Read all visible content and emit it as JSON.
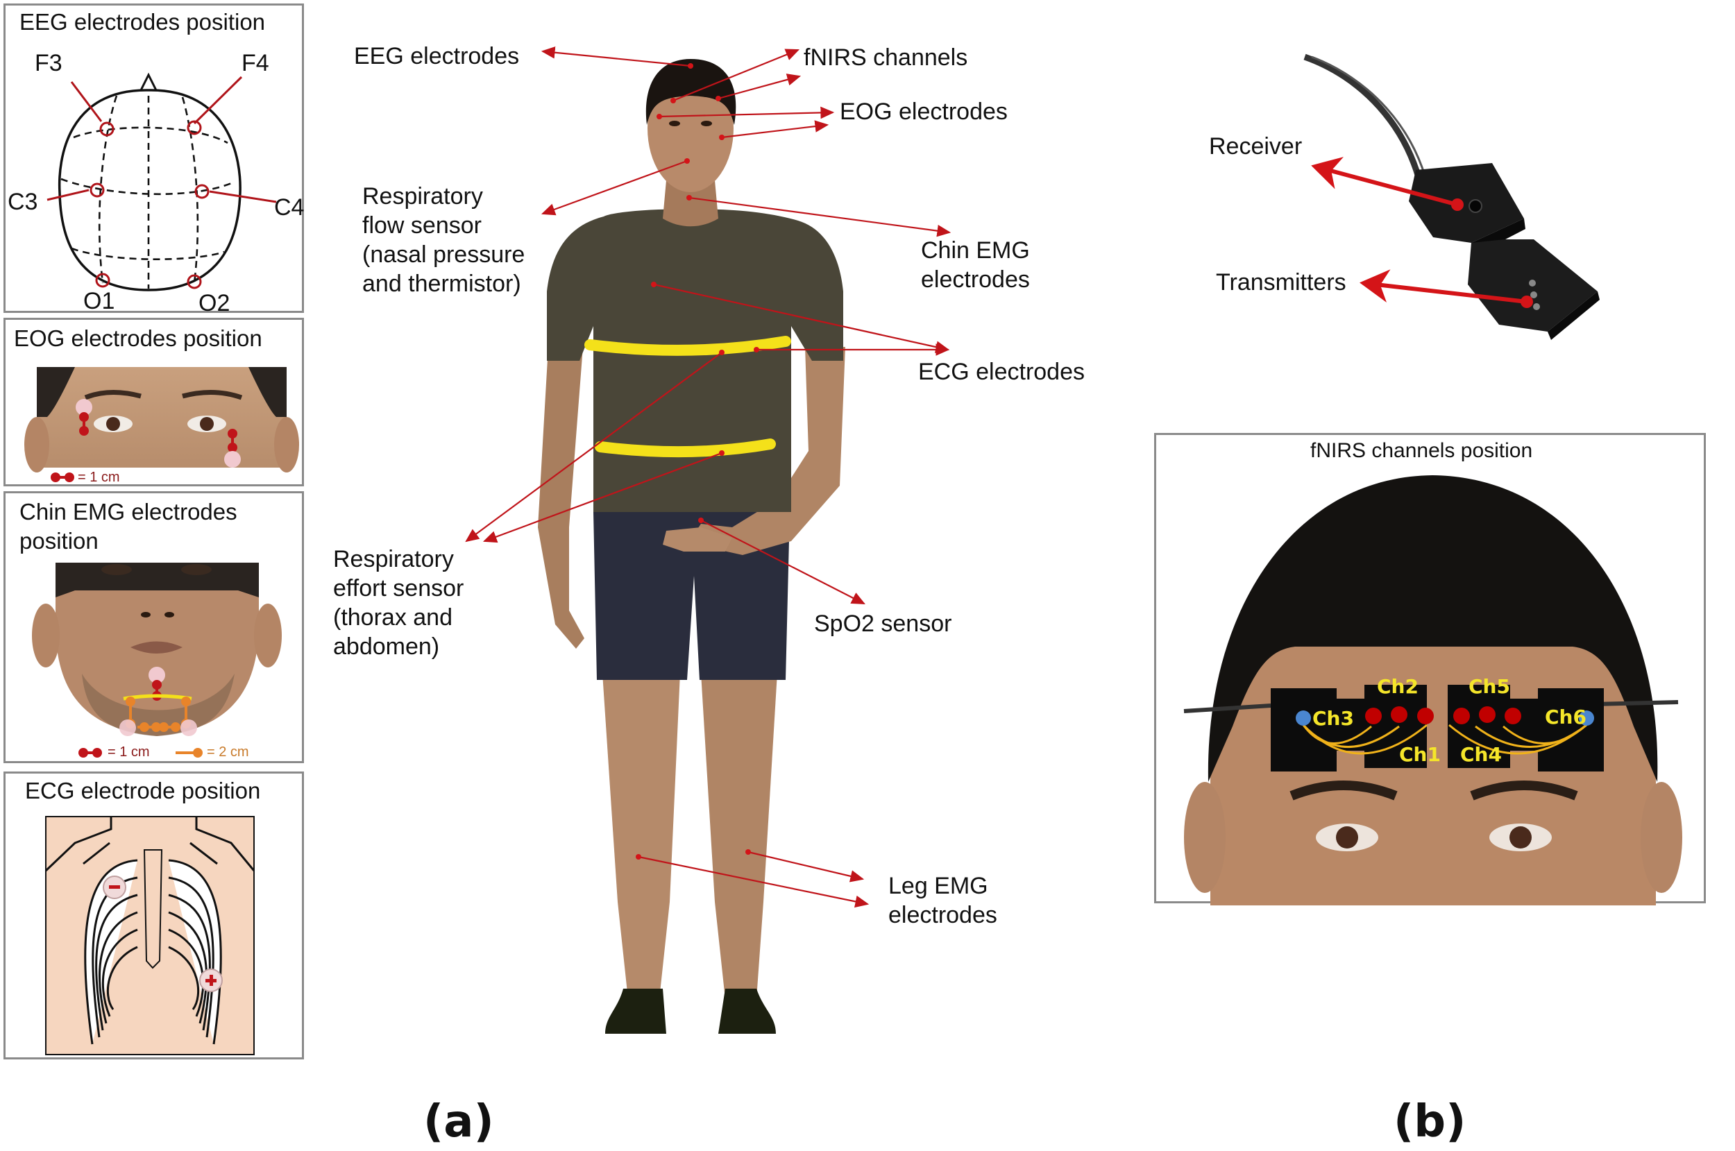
{
  "figure_a": {
    "label": "(a)",
    "eeg_panel": {
      "title": "EEG electrodes position",
      "electrodes": [
        "F3",
        "F4",
        "C3",
        "C4",
        "O1",
        "O2"
      ]
    },
    "eog_panel": {
      "title": "EOG electrodes position",
      "legend": [
        {
          "text": "= 1 cm",
          "color": "#c0141a"
        }
      ]
    },
    "chin_emg_panel": {
      "title": "Chin EMG electrodes position",
      "legend": [
        {
          "text": "= 1 cm",
          "color": "#c0141a"
        },
        {
          "text": "= 2 cm",
          "color": "#e8842a"
        }
      ]
    },
    "ecg_panel": {
      "title": "ECG electrode position",
      "markers": [
        "negative",
        "positive"
      ]
    },
    "body_labels": {
      "eeg": "EEG electrodes",
      "fnirs": "fNIRS channels",
      "eog": "EOG electrodes",
      "resp_flow": "Respiratory\nflow sensor\n  (nasal pressure\nand thermistor)",
      "chin_emg": "Chin EMG\nelectrodes",
      "ecg": "ECG electrodes",
      "resp_effort": "Respiratory\neffort sensor\n(thorax and\nabdomen)",
      "spo2": "SpO2 sensor",
      "leg_emg": "Leg EMG\nelectrodes"
    }
  },
  "figure_b": {
    "label": "(b)",
    "device": {
      "receiver_label": "Receiver",
      "transmitters_label": "Transmitters"
    },
    "fnirs_panel": {
      "title": "fNIRS channels position",
      "channels": [
        "Ch1",
        "Ch2",
        "Ch3",
        "Ch4",
        "Ch5",
        "Ch6"
      ]
    }
  },
  "colors": {
    "arrow": "#c0141a",
    "belt": "#f4e11a",
    "shirt": "#4a4638",
    "shorts": "#2a2d3d",
    "skin": "#b98866",
    "ecg_skin": "#f6d6bf",
    "detector_blue": "#4a86d0",
    "source_red": "#c00000",
    "channel_yellow": "#f5e62a"
  }
}
